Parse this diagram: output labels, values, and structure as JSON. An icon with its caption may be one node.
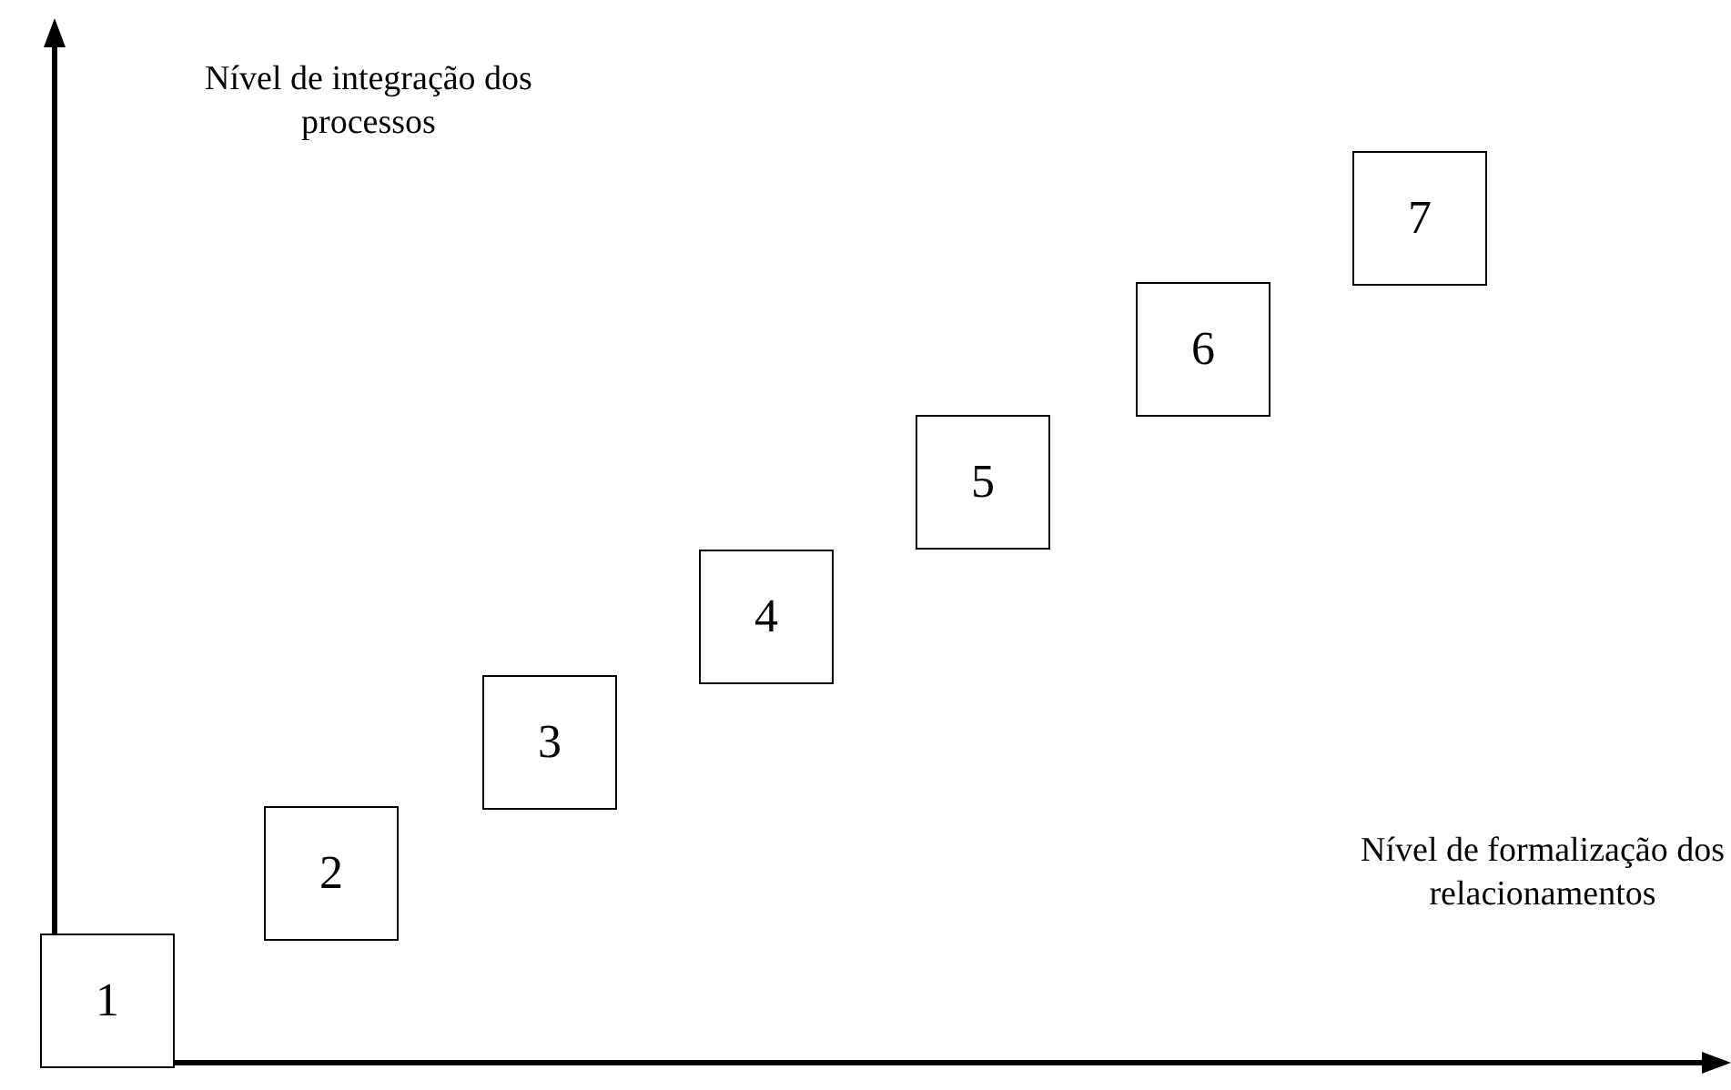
{
  "diagram": {
    "nodes": [
      {
        "text": [
          "1"
        ]
      },
      {
        "text": [
          "2"
        ]
      },
      {
        "text": [
          "3"
        ]
      },
      {
        "text": [
          "4"
        ]
      },
      {
        "text": [
          "5"
        ]
      },
      {
        "text": [
          "6"
        ]
      },
      {
        "text": [
          "7"
        ]
      }
    ],
    "labels": [
      "Nível de integração dos processos",
      "Nível de formalização dos relacionamentos"
    ]
  }
}
